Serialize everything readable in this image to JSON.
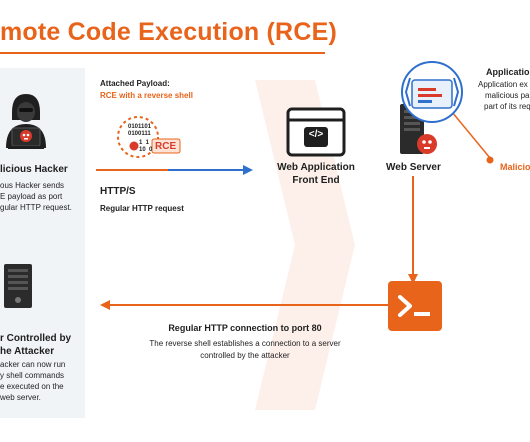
{
  "title": "mote Code Execution (RCE)",
  "hacker": {
    "label": "licious Hacker",
    "desc": [
      "ous Hacker sends",
      "E payload as port",
      "gular HTTP request."
    ]
  },
  "attacker_server": {
    "label": [
      "r Controlled by",
      "he Attacker"
    ],
    "desc": [
      "acker can now run",
      "y shell commands",
      "e executed on the",
      "web server."
    ]
  },
  "payload": {
    "title": "Attached Payload:",
    "subtitle": "RCE with a reverse shell",
    "binary": [
      "0101101",
      "0100111",
      "1  1",
      "10  0"
    ],
    "badge": "RCE"
  },
  "http": {
    "label": "HTTP/S",
    "sub": "Regular HTTP request"
  },
  "webapp": {
    "label": [
      "Web Application",
      "Front End"
    ],
    "icon_glyph": "</>"
  },
  "webserver": {
    "label": "Web Server"
  },
  "application": {
    "title": "Applicatio",
    "desc": [
      "Application ex",
      "malicious pa",
      "part of its req"
    ]
  },
  "malicious": {
    "label": "Malicio"
  },
  "reverse": {
    "title": "Regular HTTP connection to port 80",
    "desc": [
      "The reverse shell establishes a connection to a server",
      "controlled by the attacker"
    ]
  },
  "colors": {
    "accent": "#e8641b",
    "dark": "#1f1f1f",
    "arrow_blue": "#2f6fce",
    "panel": "#f1f4f7",
    "danger": "#d93a2a"
  }
}
